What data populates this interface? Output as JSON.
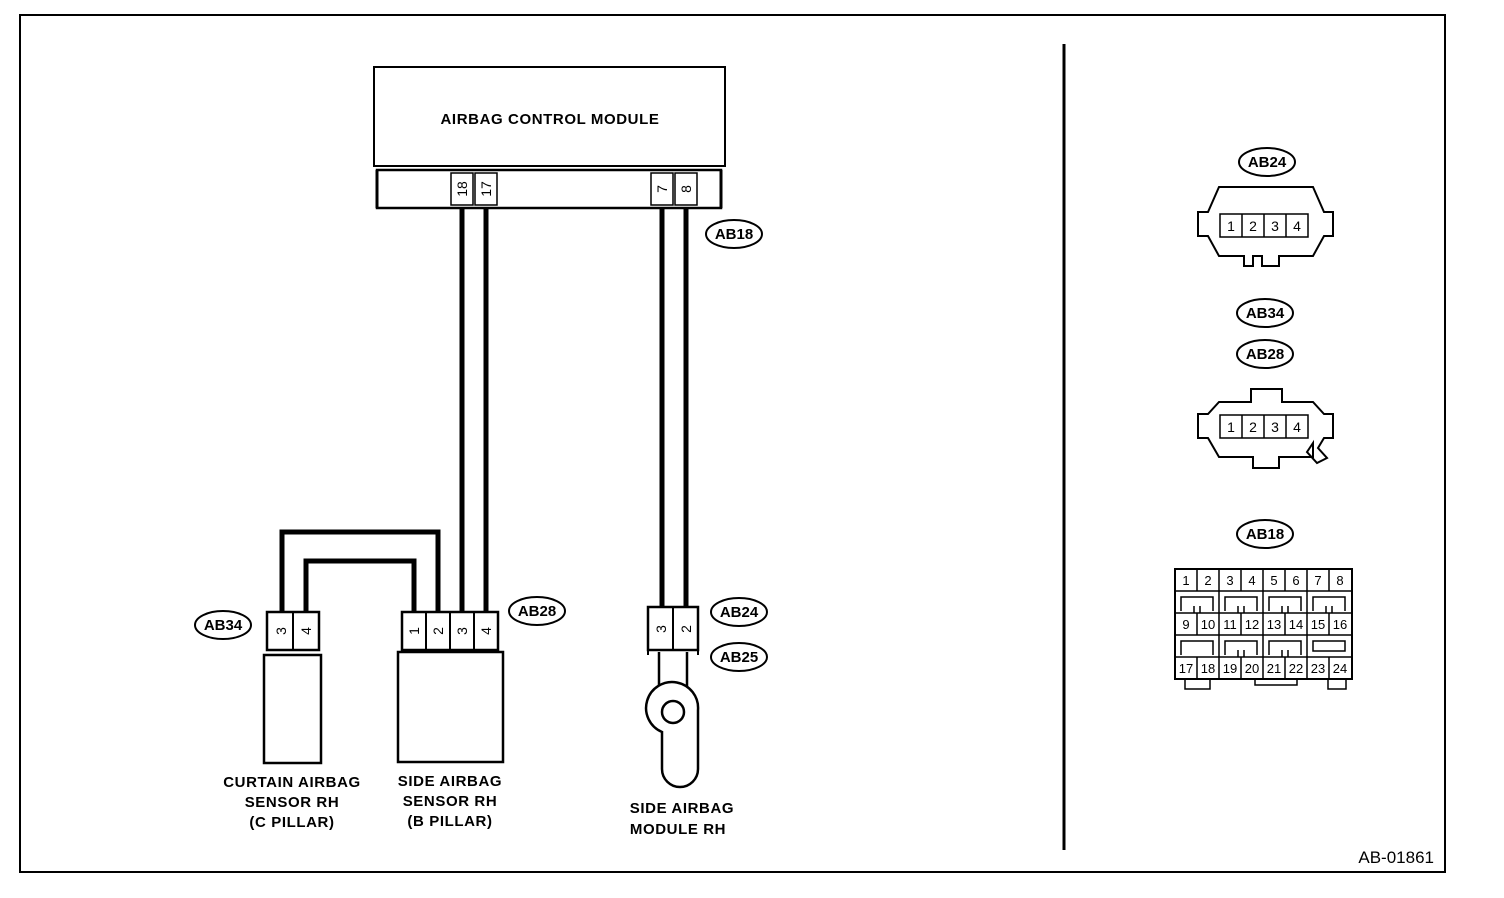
{
  "diagram": {
    "id_code": "AB-01861",
    "module": {
      "label": "AIRBAG CONTROL MODULE",
      "connector": "AB18",
      "pins": [
        "18",
        "17",
        "7",
        "8"
      ]
    },
    "curtain_sensor": {
      "lines": [
        "CURTAIN AIRBAG",
        "SENSOR RH",
        "(C PILLAR)"
      ],
      "connector": "AB34",
      "pins": [
        "3",
        "4"
      ]
    },
    "side_sensor": {
      "lines": [
        "SIDE AIRBAG",
        "SENSOR RH",
        "(B PILLAR)"
      ],
      "connector": "AB28",
      "pins": [
        "1",
        "2",
        "3",
        "4"
      ]
    },
    "side_module": {
      "lines": [
        "SIDE AIRBAG",
        "MODULE RH"
      ],
      "connectors": [
        "AB24",
        "AB25"
      ],
      "pins": [
        "3",
        "2"
      ]
    },
    "connector_views": [
      {
        "tags": [
          "AB24"
        ],
        "pins": [
          "1",
          "2",
          "3",
          "4"
        ]
      },
      {
        "tags": [
          "AB34",
          "AB28"
        ],
        "pins": [
          "1",
          "2",
          "3",
          "4"
        ]
      },
      {
        "tags": [
          "AB18"
        ],
        "pins": [
          "1",
          "2",
          "3",
          "4",
          "5",
          "6",
          "7",
          "8",
          "9",
          "10",
          "11",
          "12",
          "13",
          "14",
          "15",
          "16",
          "17",
          "18",
          "19",
          "20",
          "21",
          "22",
          "23",
          "24"
        ]
      }
    ]
  }
}
